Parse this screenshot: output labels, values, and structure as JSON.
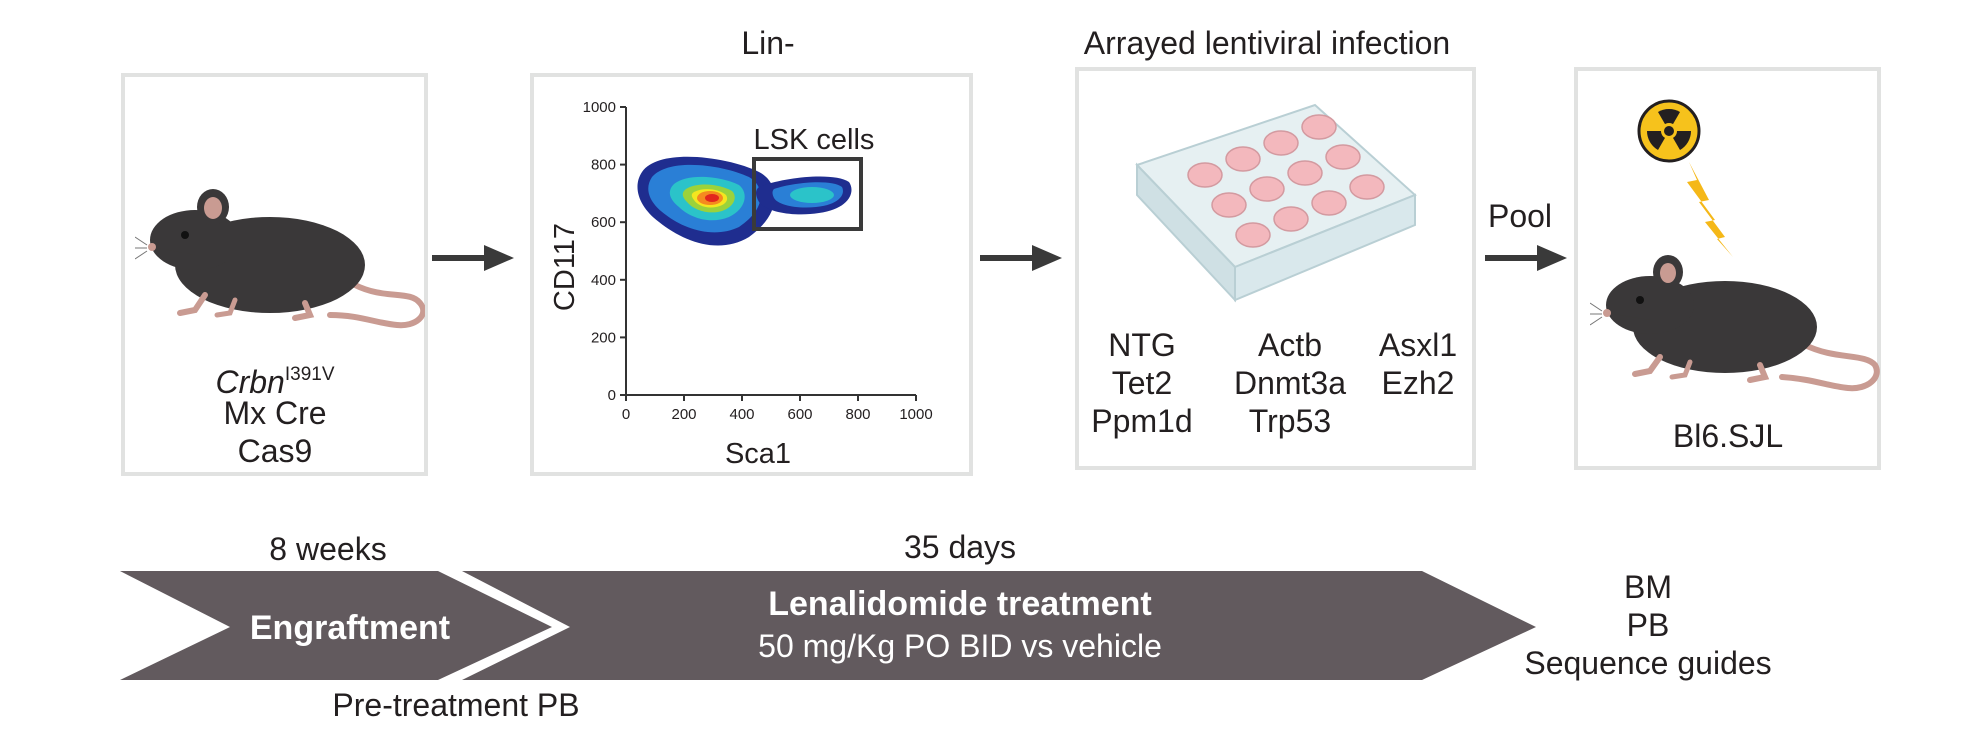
{
  "panels": {
    "donor": {
      "gene_italic": "Crbn",
      "gene_sup": "I391V",
      "line2": "Mx Cre",
      "line3": "Cas9"
    },
    "flow": {
      "header": "Lin-",
      "gate_label": "LSK cells",
      "y_axis_label": "CD117",
      "x_axis_label": "Sca1",
      "y_ticks": [
        "0",
        "200",
        "400",
        "600",
        "800",
        "1000"
      ],
      "x_ticks": [
        "0",
        "200",
        "400",
        "600",
        "800",
        "1000"
      ]
    },
    "infection": {
      "header": "Arrayed lentiviral infection",
      "guides_col1": [
        "NTG",
        "Tet2",
        "Ppm1d"
      ],
      "guides_col2": [
        "Actb",
        "Dnmt3a",
        "Trp53"
      ],
      "guides_col3": [
        "Asxl1",
        "Ezh2"
      ]
    },
    "recipient": {
      "arrow_label": "Pool",
      "strain": "Bl6.SJL"
    }
  },
  "timeline": {
    "phase1_duration": "8 weeks",
    "phase1_label": "Engraftment",
    "phase1_sample": "Pre-treatment PB",
    "phase2_duration": "35 days",
    "phase2_title": "Lenalidomide treatment",
    "phase2_dose": "50 mg/Kg PO BID vs vehicle",
    "endpoints": [
      "BM",
      "PB",
      "Sequence guides"
    ]
  },
  "colors": {
    "panel_border": "#e1e2e1",
    "timeline_arrow": "#625a5e",
    "mouse_body": "#3a3839",
    "mouse_pink": "#c99b92",
    "plate_well": "#f3b8bd",
    "radiation": "#f6c21c",
    "lightning": "#f5b818"
  }
}
